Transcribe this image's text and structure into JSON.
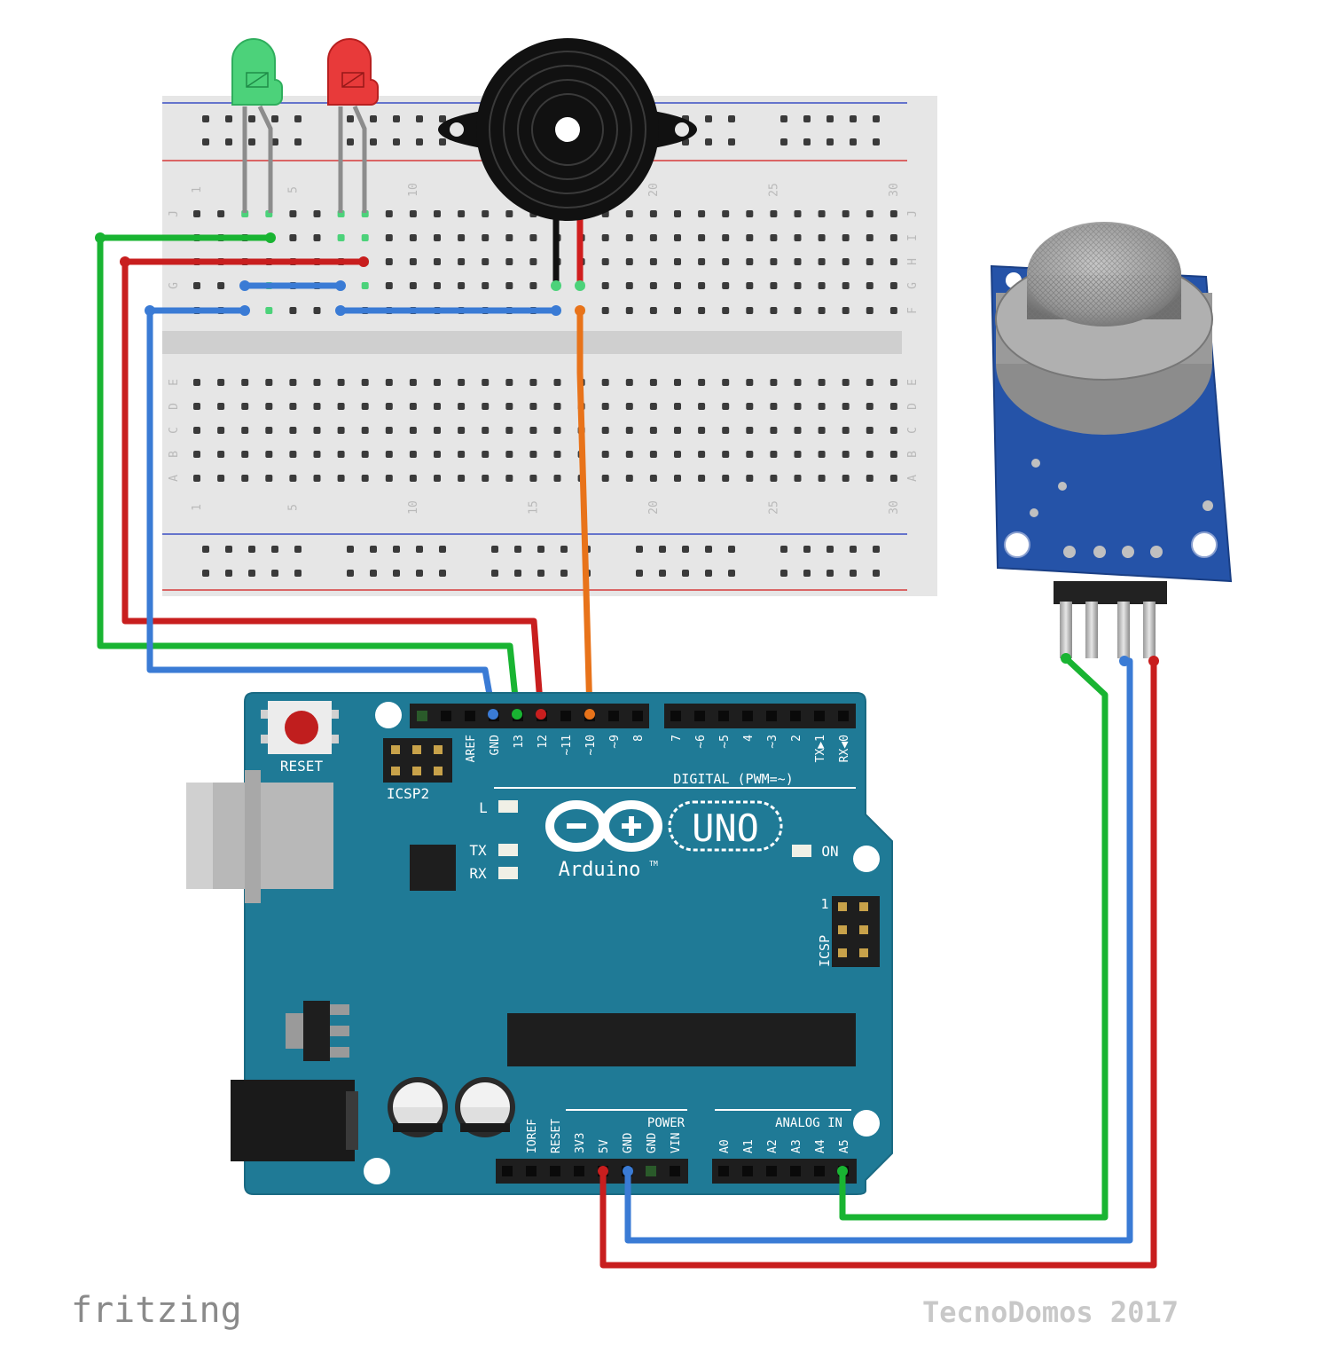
{
  "colors": {
    "board": "#1f7a96",
    "board_edge": "#1a6a83",
    "breadboard": "#e6e6e6",
    "breadboard_rail_blue": "#3a4fc4",
    "breadboard_rail_red": "#d63a3a",
    "wire_green": "#19b432",
    "wire_red": "#c81e1e",
    "wire_blue": "#3a7bd5",
    "wire_orange": "#e8731a",
    "led_green": "#4cd27a",
    "led_red": "#e83a3a",
    "sensor_pcb": "#2553a8"
  },
  "breadboard": {
    "col_numbers": [
      "1",
      "5",
      "10",
      "15",
      "20",
      "25",
      "30"
    ],
    "row_letters_top": [
      "J",
      "I",
      "H",
      "G",
      "F"
    ],
    "row_letters_bottom": [
      "E",
      "D",
      "C",
      "B",
      "A"
    ]
  },
  "arduino": {
    "model": "UNO",
    "brand": "Arduino",
    "trademark": "TM",
    "reset_label": "RESET",
    "icsp2_label": "ICSP2",
    "icsp_label": "ICSP",
    "icsp_pin1": "1",
    "digital_label": "DIGITAL (PWM=~)",
    "led_l": "L",
    "led_tx": "TX",
    "led_rx": "RX",
    "led_on": "ON",
    "power_label": "POWER",
    "analog_label": "ANALOG IN",
    "digital_pins_left": [
      "AREF",
      "GND",
      "13",
      "12",
      "~11",
      "~10",
      "~9",
      "8"
    ],
    "digital_pins_right": [
      "7",
      "~6",
      "~5",
      "4",
      "~3",
      "2",
      "TX▶1",
      "RX◀0"
    ],
    "power_pins": [
      "IOREF",
      "RESET",
      "3V3",
      "5V",
      "GND",
      "GND",
      "VIN"
    ],
    "analog_pins": [
      "A0",
      "A1",
      "A2",
      "A3",
      "A4",
      "A5"
    ]
  },
  "footer": {
    "logo_text": "fritzing",
    "credit_text": "TecnoDomos 2017"
  }
}
